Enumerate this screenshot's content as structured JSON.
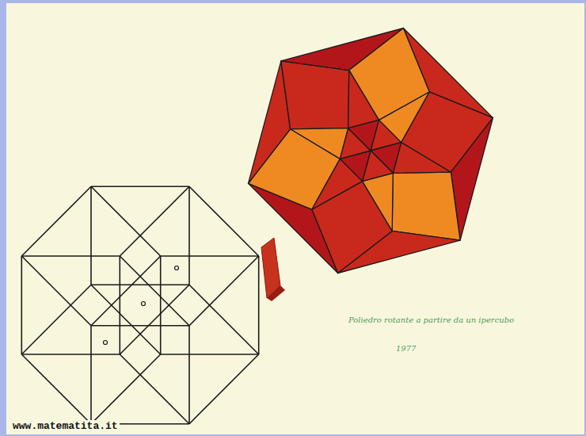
{
  "diagram": {
    "labels": [
      "www.matematita.it",
      "Poliedro rotante a partire da un ipercubo",
      "1977"
    ]
  }
}
